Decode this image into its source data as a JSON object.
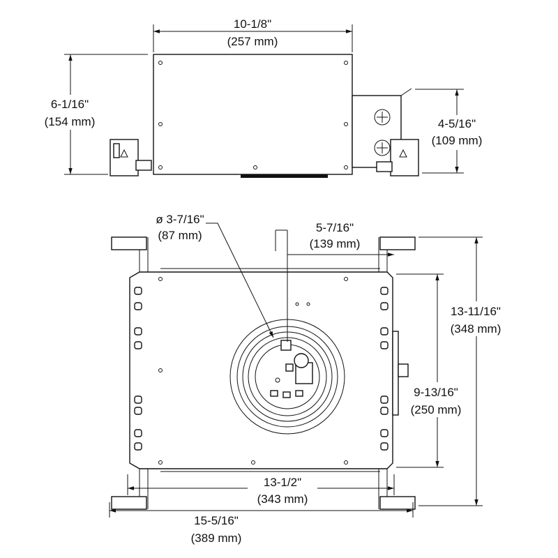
{
  "title": "Recessed housing dimension drawing",
  "dimensions": {
    "top_width": {
      "imperial": "10-1/8\"",
      "metric": "(257 mm)"
    },
    "top_height": {
      "imperial": "6-1/16\"",
      "metric": "(154 mm)"
    },
    "junction_box_height": {
      "imperial": "4-5/16\"",
      "metric": "(109 mm)"
    },
    "aperture_diameter": {
      "imperial": "ø 3-7/16\"",
      "metric": "(87 mm)"
    },
    "aperture_offset": {
      "imperial": "5-7/16\"",
      "metric": "(139 mm)"
    },
    "overall_depth": {
      "imperial": "13-11/16\"",
      "metric": "(348 mm)"
    },
    "plate_depth": {
      "imperial": "9-13/16\"",
      "metric": "(250 mm)"
    },
    "plate_width": {
      "imperial": "13-1/2\"",
      "metric": "(343 mm)"
    },
    "overall_width": {
      "imperial": "15-5/16\"",
      "metric": "(389 mm)"
    }
  }
}
